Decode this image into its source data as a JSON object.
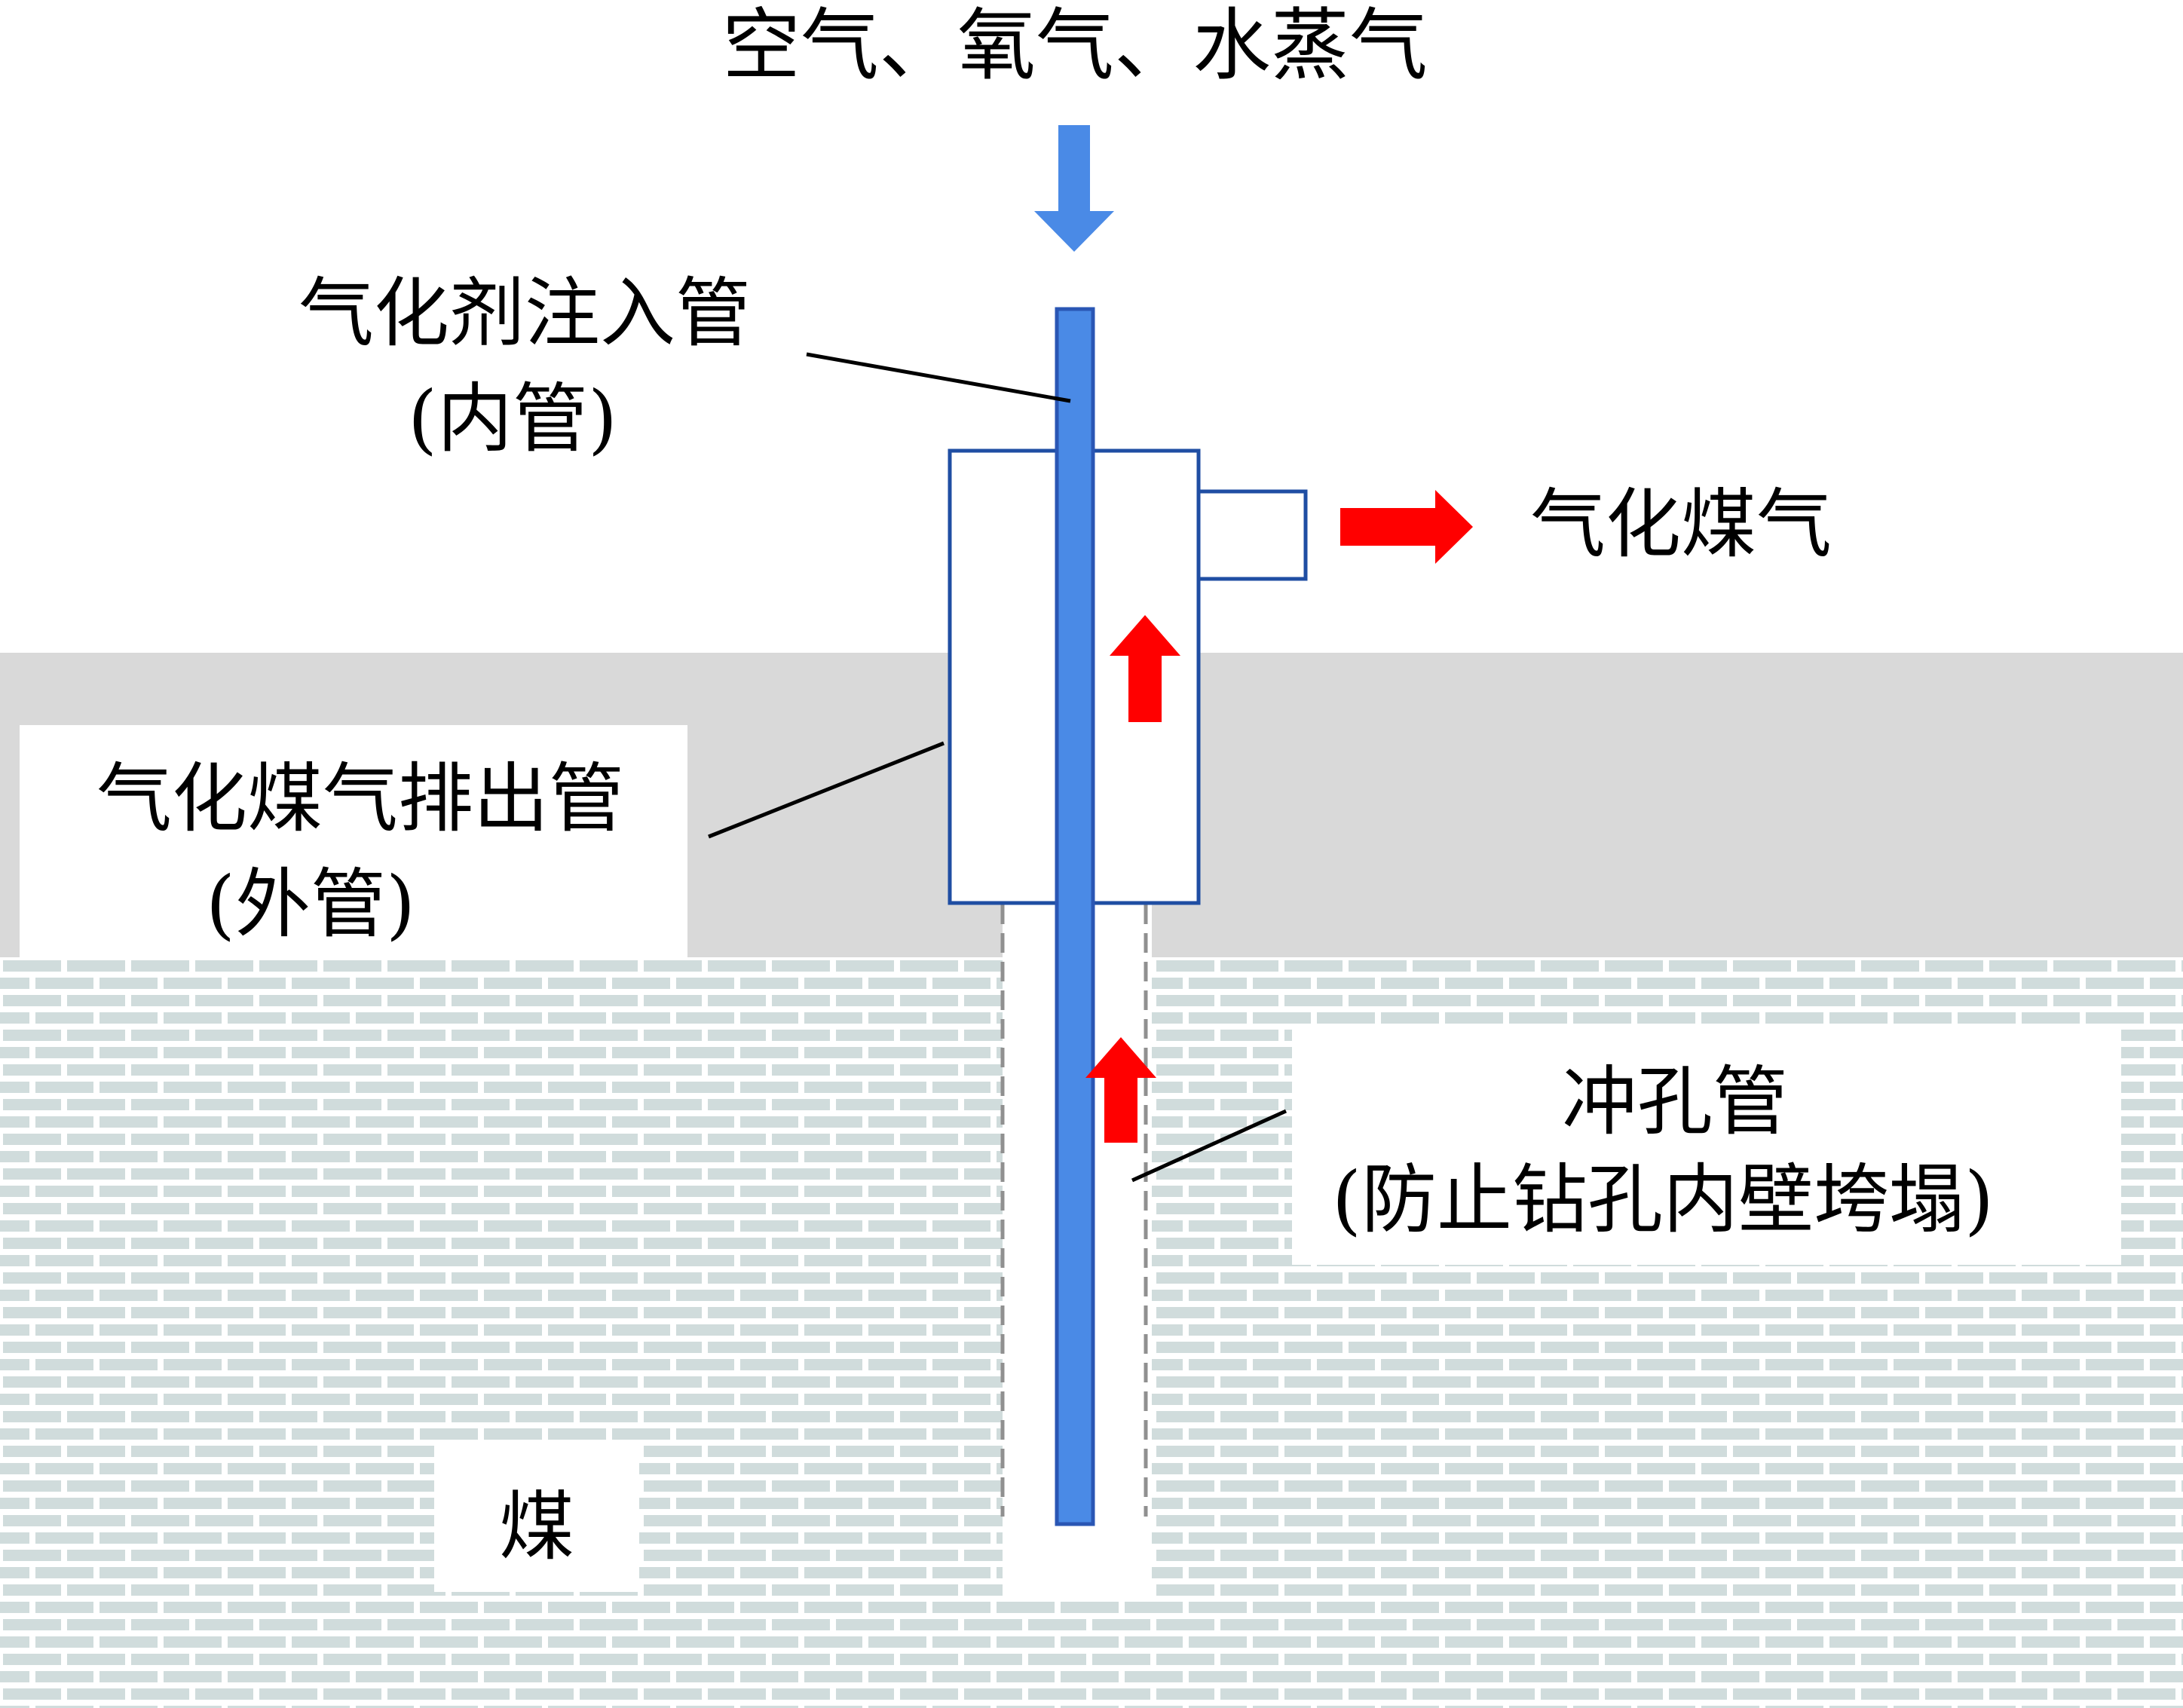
{
  "inputs_label": "空气、氧气、水蒸气",
  "inner_pipe": {
    "label_line1": "气化剂注入管",
    "label_line2": "(内管)"
  },
  "syngas_out_label": "气化煤气",
  "outer_pipe": {
    "label_line1": "气化煤气排出管",
    "label_line2": "(外管)"
  },
  "flush_pipe": {
    "label_line1": "冲孔管",
    "label_line2": "(防止钻孔内壁垮塌)"
  },
  "coal_label": "煤",
  "colors": {
    "inner_pipe_fill": "#4a8ae6",
    "inner_pipe_stroke": "#2a56b4",
    "outer_pipe_stroke": "#1f4ea3",
    "injection_arrow": "#4a8ae6",
    "gas_flow_arrow": "#ff0000",
    "ground_layer": "#d9d9d9",
    "coal_brick": "#d0dcdc",
    "leader_line": "#000000"
  },
  "icons": [
    "down-arrow-icon",
    "up-arrow-icon",
    "right-arrow-icon"
  ]
}
